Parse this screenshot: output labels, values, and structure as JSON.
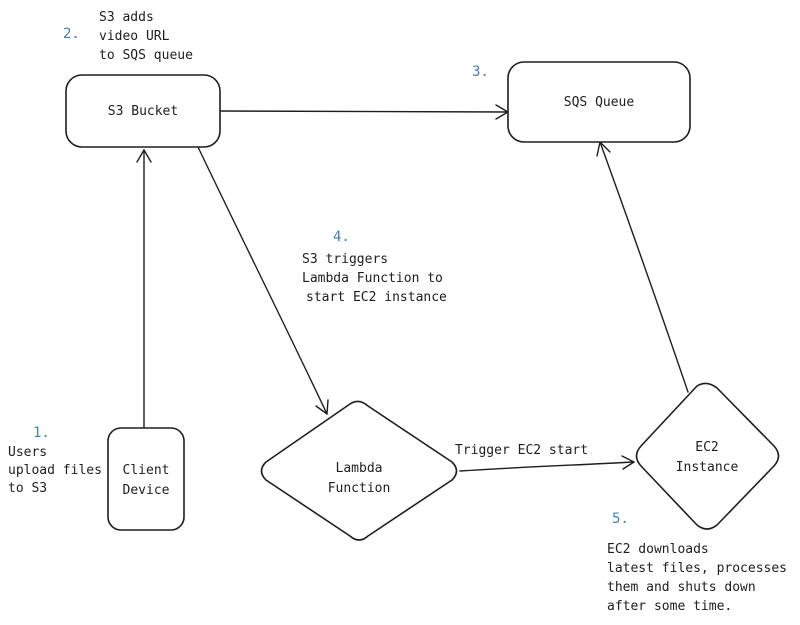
{
  "nodes": {
    "s3_bucket": "S3 Bucket",
    "sqs_queue": "SQS Queue",
    "client_device": [
      "Client",
      "Device"
    ],
    "lambda_function": [
      "Lambda",
      "Function"
    ],
    "ec2_instance": [
      "EC2",
      "Instance"
    ]
  },
  "edges": {
    "lambda_to_ec2": "Trigger EC2 start"
  },
  "steps": [
    {
      "number": "1.",
      "text": [
        "Users",
        "upload files",
        "to S3"
      ]
    },
    {
      "number": "2.",
      "text": [
        "S3 adds",
        "video URL",
        "to SQS queue"
      ]
    },
    {
      "number": "3.",
      "text": []
    },
    {
      "number": "4.",
      "text": [
        "S3 triggers",
        "Lambda Function to",
        "start EC2 instance"
      ]
    },
    {
      "number": "5.",
      "text": [
        "EC2 downloads",
        "latest files, processes",
        "them and shuts down",
        "after some time."
      ]
    }
  ],
  "colors": {
    "stroke": "#1e1e1e",
    "step_number": "#4a7fae",
    "background": "#ffffff"
  }
}
